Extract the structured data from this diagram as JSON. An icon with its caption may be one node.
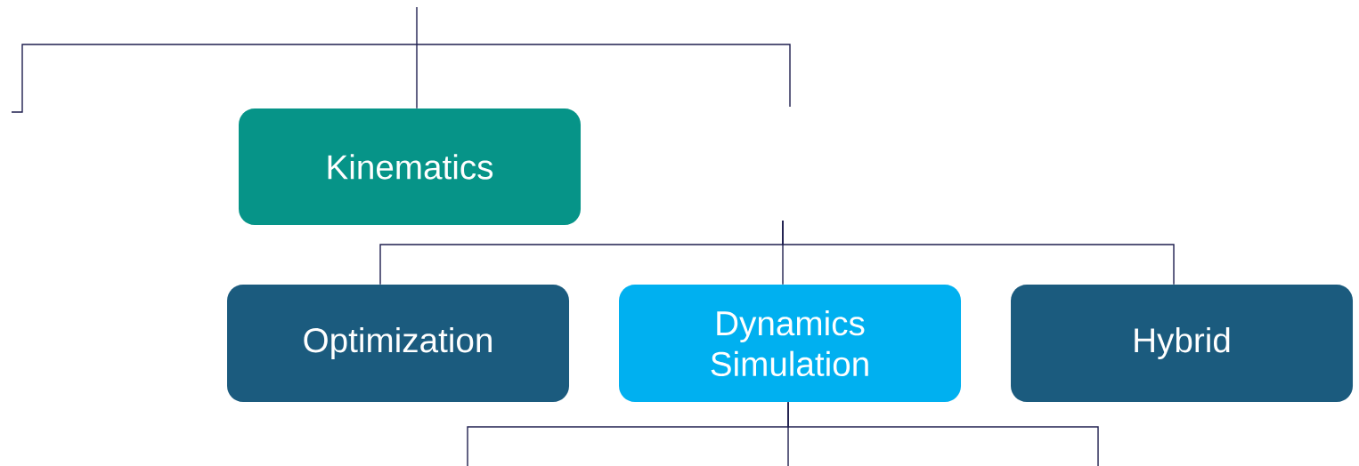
{
  "diagram": {
    "nodes": [
      {
        "text": [
          "Kinematics"
        ]
      },
      {
        "text": [
          "Optimization"
        ]
      },
      {
        "text": [
          "Dynamics Simulation"
        ]
      },
      {
        "text": [
          "Hybrid"
        ]
      }
    ],
    "edges": [
      {
        "from": null,
        "to": 0,
        "arrow": "none"
      },
      {
        "from": null,
        "to": 1,
        "arrow": "none"
      },
      {
        "from": null,
        "to": 2,
        "arrow": "none"
      },
      {
        "from": null,
        "to": 3,
        "arrow": "none"
      },
      {
        "from": 2,
        "to": null,
        "arrow": "none"
      },
      {
        "from": 2,
        "to": null,
        "arrow": "none"
      },
      {
        "from": 2,
        "to": null,
        "arrow": "none"
      }
    ]
  }
}
